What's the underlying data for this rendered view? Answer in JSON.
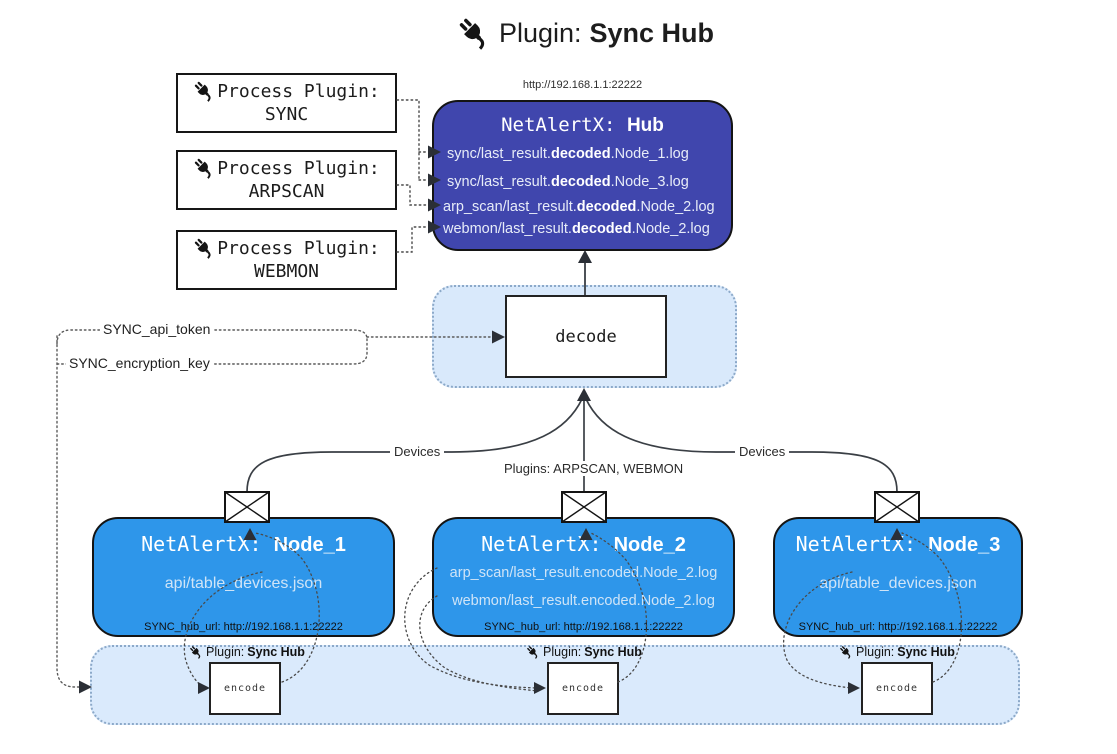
{
  "title": {
    "label": "Plugin:",
    "name": "Sync Hub"
  },
  "process_plugins": {
    "label": "Process Plugin:",
    "items": [
      {
        "name": "SYNC"
      },
      {
        "name": "ARPSCAN"
      },
      {
        "name": "WEBMON"
      }
    ]
  },
  "hub": {
    "url": "http://192.168.1.1:22222",
    "title_prefix": "NetAlertX:",
    "title_name": "Hub",
    "logs": [
      {
        "pre": "sync/last_result.",
        "bold": "decoded",
        "post": ".Node_1.log"
      },
      {
        "pre": "sync/last_result.",
        "bold": "decoded",
        "post": ".Node_3.log"
      },
      {
        "pre": "arp_scan/last_result.",
        "bold": "decoded",
        "post": ".Node_2.log"
      },
      {
        "pre": "webmon/last_result.",
        "bold": "decoded",
        "post": ".Node_2.log"
      }
    ]
  },
  "decode": {
    "label": "decode"
  },
  "secrets": {
    "api_token": "SYNC_api_token",
    "encryption_key": "SYNC_encryption_key"
  },
  "edges": {
    "devices_left": "Devices",
    "devices_right": "Devices",
    "plugins_middle": "Plugins: ARPSCAN, WEBMON"
  },
  "nodes": [
    {
      "title_prefix": "NetAlertX:",
      "title_name": "Node_1",
      "lines": [
        "api/table_devices.json"
      ],
      "footer": "SYNC_hub_url: http://192.168.1.1:22222"
    },
    {
      "title_prefix": "NetAlertX:",
      "title_name": "Node_2",
      "lines": [
        "arp_scan/last_result.encoded.Node_2.log",
        "webmon/last_result.encoded.Node_2.log"
      ],
      "footer": "SYNC_hub_url: http://192.168.1.1:22222"
    },
    {
      "title_prefix": "NetAlertX:",
      "title_name": "Node_3",
      "lines": [
        "api/table_devices.json"
      ],
      "footer": "SYNC_hub_url: http://192.168.1.1:22222"
    }
  ],
  "encoder": {
    "plugin_label": "Plugin:",
    "plugin_name": "Sync Hub",
    "box_label": "encode"
  },
  "colors": {
    "hub_fill": "#4046ad",
    "node_fill": "#2e96ea",
    "panel_fill": "#daeafc",
    "panel_border": "#8ca9c9",
    "line": "#3a3f45",
    "node_text": "#cfe4f7"
  }
}
